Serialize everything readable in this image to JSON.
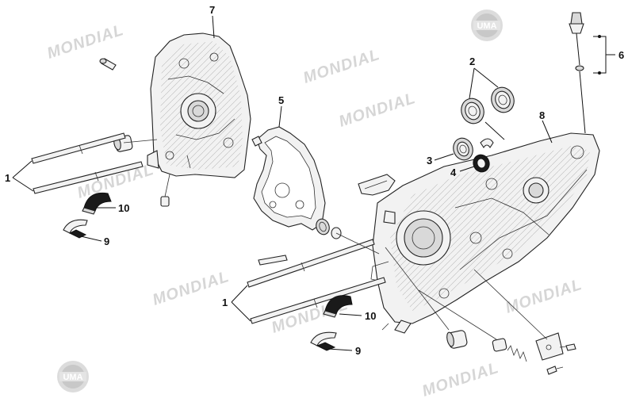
{
  "watermarks": {
    "brand": "MONDIAL",
    "logo": "UMA"
  },
  "callouts": {
    "c1_left": "1",
    "c1_right": "1",
    "c2": "2",
    "c3": "3",
    "c4": "4",
    "c5": "5",
    "c6": "6",
    "c7": "7",
    "c8": "8",
    "c9_left": "9",
    "c9_right": "9",
    "c10_left": "10",
    "c10_right": "10"
  },
  "colors": {
    "line": "#222222",
    "callout": "#111111",
    "watermark": "#d6d6d6"
  }
}
